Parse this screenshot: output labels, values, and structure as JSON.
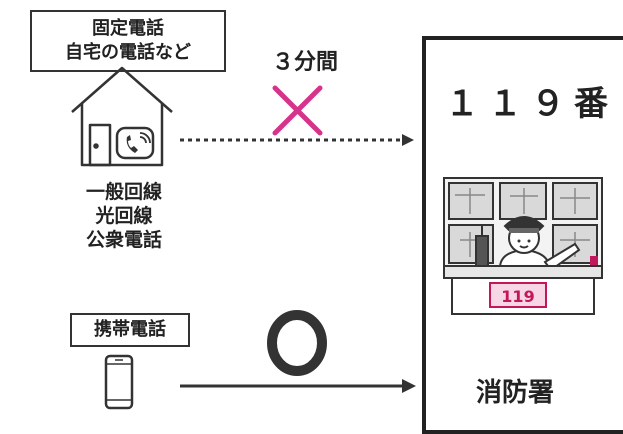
{
  "landline": {
    "label_line1": "固定電話",
    "label_line2": "自宅の電話など",
    "line_types": [
      "一般回線",
      "光回線",
      "公衆電話"
    ],
    "duration": "３分間"
  },
  "mobile": {
    "label": "携帯電話"
  },
  "station": {
    "number": "１１９番",
    "desk_sign": "119",
    "name": "消防署"
  },
  "colors": {
    "cross": "#d6338a",
    "accent": "#c2185b",
    "line": "#333333"
  }
}
